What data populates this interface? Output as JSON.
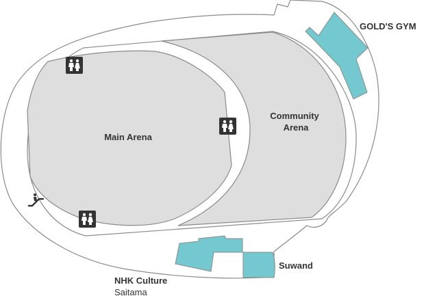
{
  "colors": {
    "outline": "#8a8a8a",
    "arena_fill": "#dedede",
    "concourse_fill": "#ffffff",
    "tenant_fill": "#74c9d1",
    "icon_bg": "#333333",
    "icon_fg": "#ffffff",
    "label": "#333333"
  },
  "labels": {
    "main_arena": "Main Arena",
    "community_arena_line1": "Community",
    "community_arena_line2": "Arena",
    "golds_gym": "GOLD'S GYM",
    "suwand": "Suwand",
    "nhk_culture_line1": "NHK Culture",
    "nhk_culture_line2": "Saitama"
  },
  "icons": {
    "restroom": "restroom-icon",
    "escalator": "escalator-icon"
  }
}
